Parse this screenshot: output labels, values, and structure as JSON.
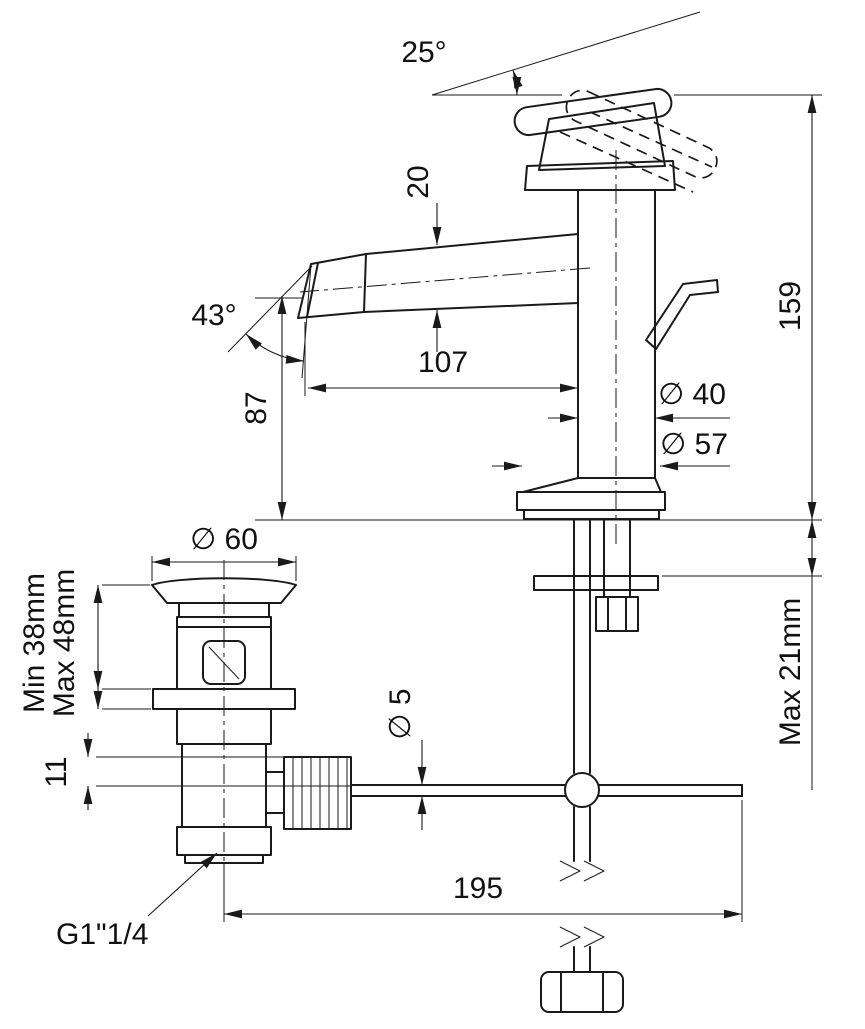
{
  "canvas": {
    "background": "#ffffff",
    "line_color": "#1a1a1a"
  },
  "labels": {
    "handle_angle": "25°",
    "spout_section": "20",
    "spout_angle": "43°",
    "spout_reach": "107",
    "spout_height": "87",
    "overall_height": "159",
    "body_diameter": "∅ 40",
    "base_diameter": "∅ 57",
    "waste_flange_diameter": "∅ 60",
    "waste_min": "Min 38mm",
    "waste_max": "Max 48mm",
    "clamp_offset": "11",
    "rod_diameter": "∅ 5",
    "rod_length": "195",
    "waste_thread": "G1\"1/4",
    "deck_thickness_max": "Max 21mm"
  }
}
